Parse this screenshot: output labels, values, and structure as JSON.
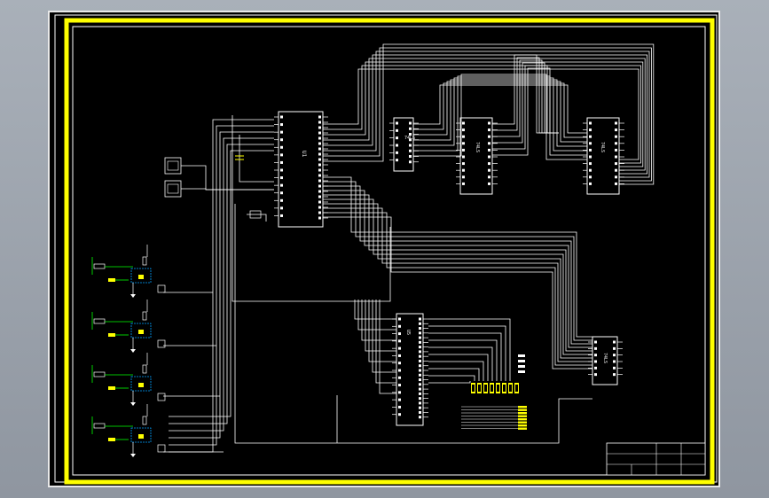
{
  "colors": {
    "background": "#8f96a0",
    "sheet": "#000000",
    "border": "#ffff00",
    "wire": "#ffffff",
    "part_label": "#ffff00",
    "sensor_wire": "#00ff00",
    "sensor_box": "#00a0ff",
    "connector": "#ffff00"
  },
  "schematic": {
    "chips": [
      {
        "id": "u1",
        "label": "U1"
      },
      {
        "id": "u2",
        "label": "74LS"
      },
      {
        "id": "u3",
        "label": "74LS"
      },
      {
        "id": "u4",
        "label": "74LS"
      },
      {
        "id": "u5",
        "label": "U5"
      },
      {
        "id": "u6",
        "label": "74LS"
      }
    ],
    "title_block": {
      "line1": "",
      "line2": ""
    }
  }
}
